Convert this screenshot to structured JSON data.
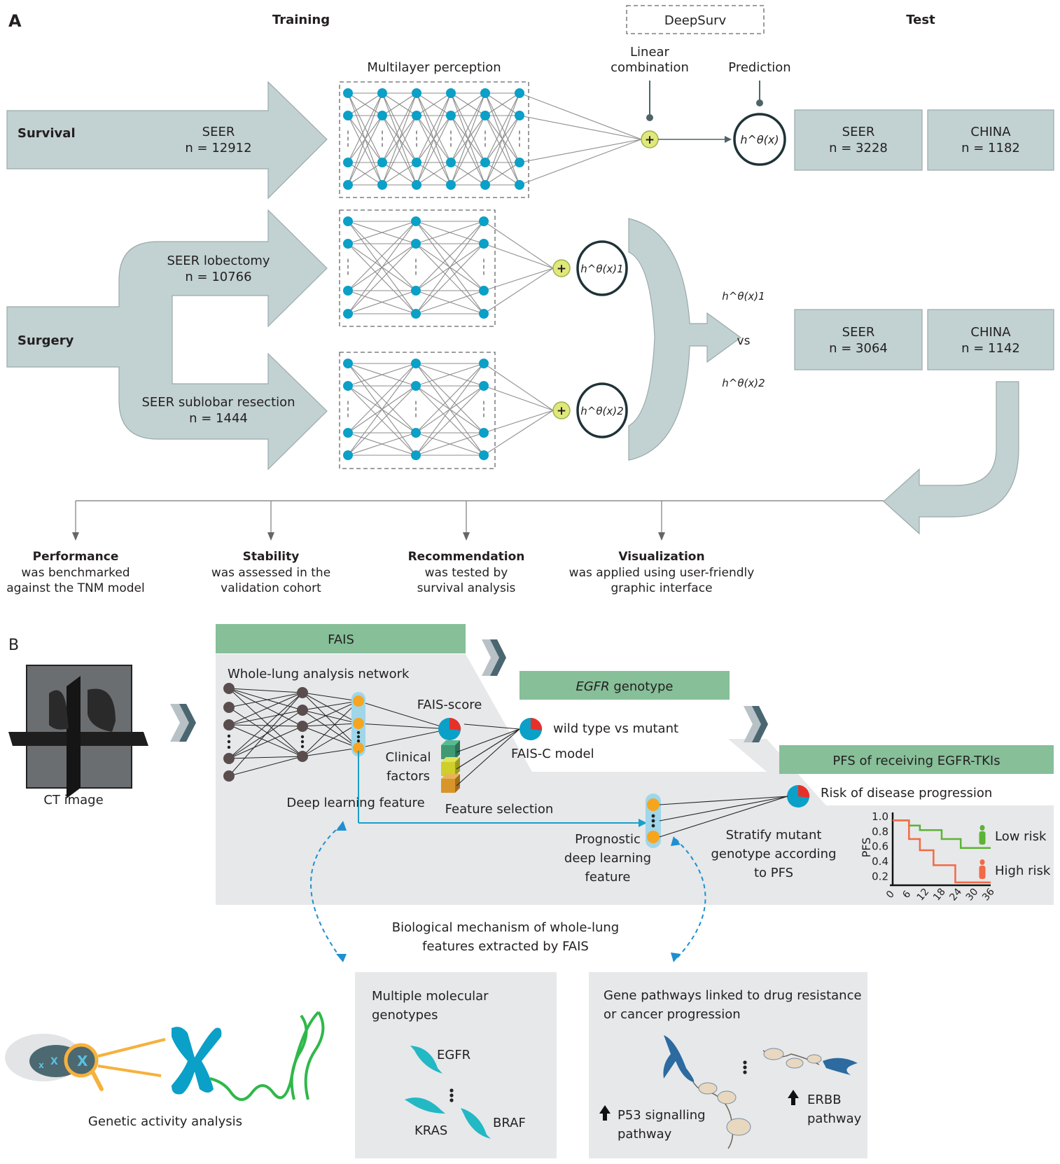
{
  "panel_a": {
    "label": "A",
    "headers": {
      "training": "Training",
      "deepsurv": "DeepSurv",
      "test": "Test"
    },
    "mlp_label": "Multilayer perception",
    "linear_combination": [
      "Linear",
      "combination"
    ],
    "prediction": "Prediction",
    "h_hat": "h^θ(x)",
    "h_hat_1": "h^θ(x)1",
    "h_hat_2": "h^θ(x)2",
    "vs": "vs",
    "survival": {
      "label": "Survival",
      "train": {
        "name": "SEER",
        "n": "n = 12912"
      },
      "test": [
        {
          "name": "SEER",
          "n": "n = 3228"
        },
        {
          "name": "CHINA",
          "n": "n = 1182"
        }
      ]
    },
    "surgery": {
      "label": "Surgery",
      "branches": [
        {
          "name": "SEER lobectomy",
          "n": "n = 10766"
        },
        {
          "name": "SEER sublobar resection",
          "n": "n = 1444"
        }
      ],
      "test": [
        {
          "name": "SEER",
          "n": "n = 3064"
        },
        {
          "name": "CHINA",
          "n": "n = 1142"
        }
      ]
    },
    "outcomes": [
      {
        "title": "Performance",
        "lines": [
          "was benchmarked",
          "against the TNM model"
        ]
      },
      {
        "title": "Stability",
        "lines": [
          "was assessed in the",
          "validation cohort"
        ]
      },
      {
        "title": "Recommendation",
        "lines": [
          "was tested by",
          "survival analysis"
        ]
      },
      {
        "title": "Visualization",
        "lines": [
          "was applied using user-friendly",
          "graphic interface"
        ]
      }
    ]
  },
  "panel_b": {
    "label": "B",
    "ct_image": "CT image",
    "fais": {
      "header": "FAIS",
      "network": "Whole-lung analysis network",
      "score": "FAIS-score",
      "clinical": [
        "Clinical",
        "factors"
      ],
      "dl_feature": "Deep learning feature",
      "feature_selection": "Feature selection"
    },
    "egfr": {
      "header_italic": "EGFR",
      "header_rest": " genotype",
      "comparison": "wild type vs mutant",
      "model": "FAIS-C model"
    },
    "pfs": {
      "header": "PFS of receiving EGFR-TKIs",
      "risk": "Risk of disease progression",
      "stratify": [
        "Stratify mutant",
        "genotype according",
        "to PFS"
      ],
      "prognostic": [
        "Prognostic",
        "deep learning",
        "feature"
      ]
    },
    "biological": [
      "Biological mechanism of whole-lung",
      "features extracted by FAIS"
    ],
    "genetic": "Genetic activity analysis",
    "molecular": {
      "title": [
        "Multiple molecular",
        "genotypes"
      ],
      "genes": [
        "EGFR",
        "KRAS",
        "BRAF"
      ]
    },
    "pathways": {
      "title": [
        "Gene pathways linked to drug resistance",
        "or cancer progression"
      ],
      "items": [
        {
          "lines": [
            "P53 signalling",
            "pathway"
          ]
        },
        {
          "lines": [
            "ERBB",
            "pathway"
          ]
        }
      ]
    },
    "colors": {
      "green_header": "#86bf98",
      "node_blue": "#0aa0c8",
      "low_risk": "#5cb335",
      "high_risk": "#f26a46",
      "pie_red": "#e8302a"
    }
  },
  "chart_data": {
    "type": "line",
    "title": "",
    "xlabel": "",
    "ylabel": "PFS",
    "x_ticks": [
      0,
      6,
      12,
      18,
      24,
      30,
      36
    ],
    "y_ticks": [
      0.2,
      0.4,
      0.6,
      0.8,
      1.0
    ],
    "xlim": [
      0,
      36
    ],
    "ylim": [
      0.1,
      1.0
    ],
    "step": true,
    "series": [
      {
        "name": "Low risk",
        "color": "#5cb335",
        "x": [
          0,
          6,
          10,
          18,
          25,
          36
        ],
        "y": [
          0.95,
          0.88,
          0.82,
          0.7,
          0.58,
          0.58
        ]
      },
      {
        "name": "High risk",
        "color": "#f26a46",
        "x": [
          0,
          6,
          10,
          15,
          23,
          36
        ],
        "y": [
          0.95,
          0.7,
          0.55,
          0.35,
          0.12,
          0.12
        ]
      }
    ],
    "legend": [
      "Low risk",
      "High risk"
    ],
    "legend_position": "right"
  }
}
